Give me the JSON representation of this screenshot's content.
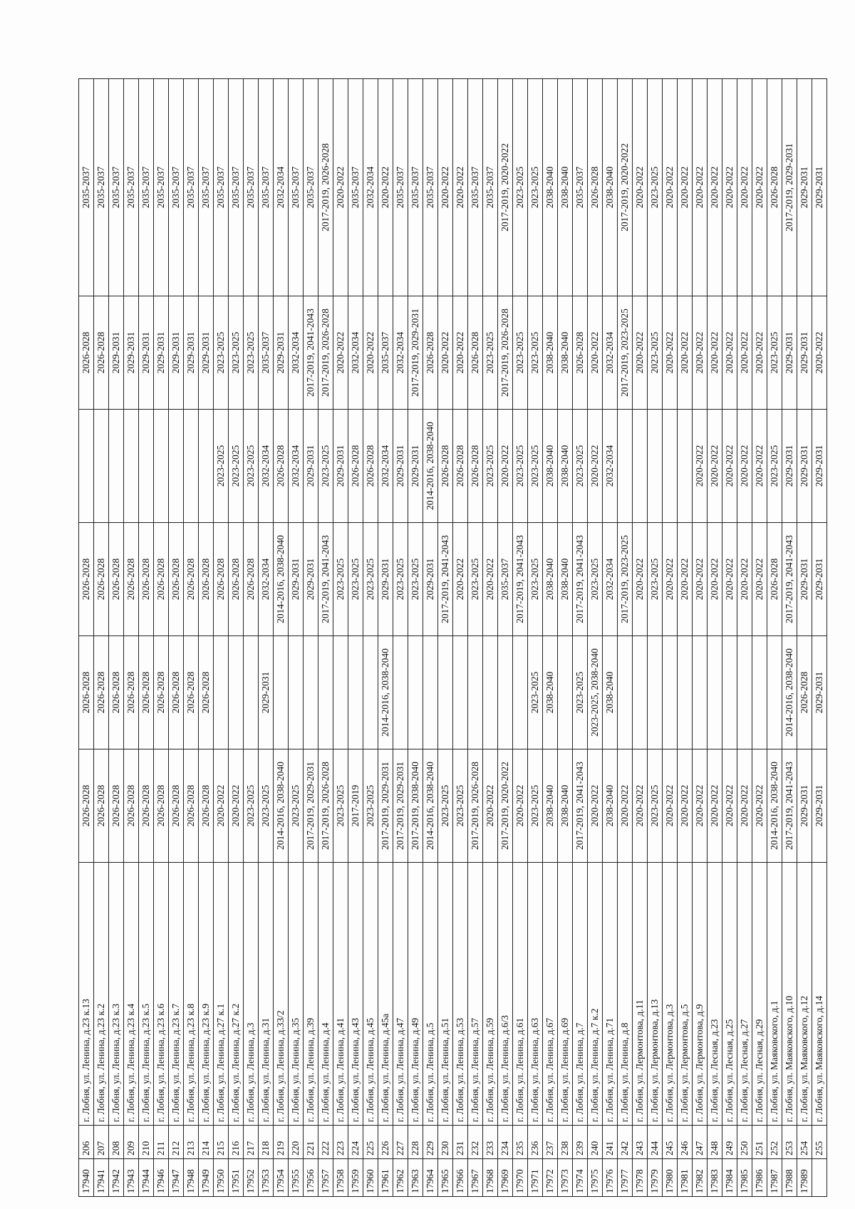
{
  "rows": [
    {
      "id": "17940",
      "no": "206",
      "address": "г. Лобня, ул. Ленина, д.23 к.13",
      "p": [
        "2026-2028",
        "2026-2028",
        "2026-2028",
        "",
        "2026-2028",
        "2035-2037"
      ]
    },
    {
      "id": "17941",
      "no": "207",
      "address": "г. Лобня, ул. Ленина, д.23 к.2",
      "p": [
        "2026-2028",
        "2026-2028",
        "2026-2028",
        "",
        "2026-2028",
        "2035-2037"
      ]
    },
    {
      "id": "17942",
      "no": "208",
      "address": "г. Лобня, ул. Ленина, д.23 к.3",
      "p": [
        "2026-2028",
        "2026-2028",
        "2026-2028",
        "",
        "2029-2031",
        "2035-2037"
      ]
    },
    {
      "id": "17943",
      "no": "209",
      "address": "г. Лобня, ул. Ленина, д.23 к.4",
      "p": [
        "2026-2028",
        "2026-2028",
        "2026-2028",
        "",
        "2029-2031",
        "2035-2037"
      ]
    },
    {
      "id": "17944",
      "no": "210",
      "address": "г. Лобня, ул. Ленина, д.23 к.5",
      "p": [
        "2026-2028",
        "2026-2028",
        "2026-2028",
        "",
        "2029-2031",
        "2035-2037"
      ]
    },
    {
      "id": "17946",
      "no": "211",
      "address": "г. Лобня, ул. Ленина, д.23 к.6",
      "p": [
        "2026-2028",
        "2026-2028",
        "2026-2028",
        "",
        "2029-2031",
        "2035-2037"
      ]
    },
    {
      "id": "17947",
      "no": "212",
      "address": "г. Лобня, ул. Ленина, д.23 к.7",
      "p": [
        "2026-2028",
        "2026-2028",
        "2026-2028",
        "",
        "2029-2031",
        "2035-2037"
      ]
    },
    {
      "id": "17948",
      "no": "213",
      "address": "г. Лобня, ул. Ленина, д.23 к.8",
      "p": [
        "2026-2028",
        "2026-2028",
        "2026-2028",
        "",
        "2029-2031",
        "2035-2037"
      ]
    },
    {
      "id": "17949",
      "no": "214",
      "address": "г. Лобня, ул. Ленина, д.23 к.9",
      "p": [
        "2026-2028",
        "2026-2028",
        "2026-2028",
        "",
        "2029-2031",
        "2035-2037"
      ]
    },
    {
      "id": "17950",
      "no": "215",
      "address": "г. Лобня, ул. Ленина, д.27 к.1",
      "p": [
        "2020-2022",
        "",
        "2026-2028",
        "2023-2025",
        "2023-2025",
        "2035-2037"
      ]
    },
    {
      "id": "17951",
      "no": "216",
      "address": "г. Лобня, ул. Ленина, д.27 к.2",
      "p": [
        "2020-2022",
        "",
        "2026-2028",
        "2023-2025",
        "2023-2025",
        "2035-2037"
      ]
    },
    {
      "id": "17952",
      "no": "217",
      "address": "г. Лобня, ул. Ленина, д.3",
      "p": [
        "2023-2025",
        "",
        "2026-2028",
        "2023-2025",
        "2023-2025",
        "2035-2037"
      ]
    },
    {
      "id": "17953",
      "no": "218",
      "address": "г. Лобня, ул. Ленина, д.31",
      "p": [
        "2023-2025",
        "2029-2031",
        "2032-2034",
        "2032-2034",
        "2035-2037",
        "2035-2037"
      ]
    },
    {
      "id": "17954",
      "no": "219",
      "address": "г. Лобня, ул. Ленина, д.33/2",
      "p": [
        "2014-2016, 2038-2040",
        "",
        "2014-2016, 2038-2040",
        "2026-2028",
        "2029-2031",
        "2032-2034"
      ]
    },
    {
      "id": "17955",
      "no": "220",
      "address": "г. Лобня, ул. Ленина, д.35",
      "p": [
        "2023-2025",
        "",
        "2029-2031",
        "2032-2034",
        "2032-2034",
        "2035-2037"
      ]
    },
    {
      "id": "17956",
      "no": "221",
      "address": "г. Лобня, ул. Ленина, д.39",
      "p": [
        "2017-2019, 2029-2031",
        "",
        "2029-2031",
        "2029-2031",
        "2017-2019, 2041-2043",
        "2035-2037"
      ]
    },
    {
      "id": "17957",
      "no": "222",
      "address": "г. Лобня, ул. Ленина, д.4",
      "p": [
        "2017-2019, 2026-2028",
        "",
        "2017-2019, 2041-2043",
        "2023-2025",
        "2017-2019, 2026-2028",
        "2017-2019, 2026-2028"
      ]
    },
    {
      "id": "17958",
      "no": "223",
      "address": "г. Лобня, ул. Ленина, д.41",
      "p": [
        "2023-2025",
        "",
        "2023-2025",
        "2029-2031",
        "2020-2022",
        "2020-2022"
      ]
    },
    {
      "id": "17959",
      "no": "224",
      "address": "г. Лобня, ул. Ленина, д.43",
      "p": [
        "2017-2019",
        "",
        "2023-2025",
        "2026-2028",
        "2032-2034",
        "2035-2037"
      ]
    },
    {
      "id": "17960",
      "no": "225",
      "address": "г. Лобня, ул. Ленина, д.45",
      "p": [
        "2023-2025",
        "",
        "2023-2025",
        "2026-2028",
        "2020-2022",
        "2032-2034"
      ]
    },
    {
      "id": "17961",
      "no": "226",
      "address": "г. Лобня, ул. Ленина, д.45а",
      "p": [
        "2017-2019, 2029-2031",
        "2014-2016, 2038-2040",
        "2029-2031",
        "2032-2034",
        "2035-2037",
        "2020-2022"
      ]
    },
    {
      "id": "17962",
      "no": "227",
      "address": "г. Лобня, ул. Ленина, д.47",
      "p": [
        "2017-2019, 2029-2031",
        "",
        "2023-2025",
        "2029-2031",
        "2032-2034",
        "2035-2037"
      ]
    },
    {
      "id": "17963",
      "no": "228",
      "address": "г. Лобня, ул. Ленина, д.49",
      "p": [
        "2017-2019, 2038-2040",
        "",
        "2023-2025",
        "2029-2031",
        "2017-2019, 2029-2031",
        "2035-2037"
      ]
    },
    {
      "id": "17964",
      "no": "229",
      "address": "г. Лобня, ул. Ленина, д.5",
      "p": [
        "2014-2016, 2038-2040",
        "",
        "2029-2031",
        "2014-2016, 2038-2040",
        "2026-2028",
        "2035-2037"
      ]
    },
    {
      "id": "17965",
      "no": "230",
      "address": "г. Лобня, ул. Ленина, д.51",
      "p": [
        "2023-2025",
        "",
        "2017-2019, 2041-2043",
        "2026-2028",
        "2020-2022",
        "2020-2022"
      ]
    },
    {
      "id": "17966",
      "no": "231",
      "address": "г. Лобня, ул. Ленина, д.53",
      "p": [
        "2023-2025",
        "",
        "2020-2022",
        "2026-2028",
        "2020-2022",
        "2020-2022"
      ]
    },
    {
      "id": "17967",
      "no": "232",
      "address": "г. Лобня, ул. Ленина, д.57",
      "p": [
        "2017-2019, 2026-2028",
        "",
        "2023-2025",
        "2026-2028",
        "2026-2028",
        "2035-2037"
      ]
    },
    {
      "id": "17968",
      "no": "233",
      "address": "г. Лобня, ул. Ленина, д.59",
      "p": [
        "2020-2022",
        "",
        "2020-2022",
        "2023-2025",
        "2023-2025",
        "2035-2037"
      ]
    },
    {
      "id": "17969",
      "no": "234",
      "address": "г. Лобня, ул. Ленина, д.6/3",
      "p": [
        "2017-2019, 2020-2022",
        "",
        "2035-2037",
        "2020-2022",
        "2017-2019, 2026-2028",
        "2017-2019, 2020-2022"
      ]
    },
    {
      "id": "17970",
      "no": "235",
      "address": "г. Лобня, ул. Ленина, д.61",
      "p": [
        "2020-2022",
        "",
        "2017-2019, 2041-2043",
        "2023-2025",
        "2023-2025",
        "2023-2025"
      ]
    },
    {
      "id": "17971",
      "no": "236",
      "address": "г. Лобня, ул. Ленина, д.63",
      "p": [
        "2023-2025",
        "2023-2025",
        "2023-2025",
        "2023-2025",
        "2023-2025",
        "2023-2025"
      ]
    },
    {
      "id": "17972",
      "no": "237",
      "address": "г. Лобня, ул. Ленина, д.67",
      "p": [
        "2038-2040",
        "2038-2040",
        "2038-2040",
        "2038-2040",
        "2038-2040",
        "2038-2040"
      ]
    },
    {
      "id": "17973",
      "no": "238",
      "address": "г. Лобня, ул. Ленина, д.69",
      "p": [
        "2038-2040",
        "",
        "2038-2040",
        "2038-2040",
        "2038-2040",
        "2038-2040"
      ]
    },
    {
      "id": "17974",
      "no": "239",
      "address": "г. Лобня, ул. Ленина, д.7",
      "p": [
        "2017-2019, 2041-2043",
        "2023-2025",
        "2017-2019, 2041-2043",
        "2023-2025",
        "2026-2028",
        "2035-2037"
      ]
    },
    {
      "id": "17975",
      "no": "240",
      "address": "г. Лобня, ул. Ленина, д.7 к.2",
      "p": [
        "2020-2022",
        "2023-2025, 2038-2040",
        "2023-2025",
        "2020-2022",
        "2020-2022",
        "2026-2028"
      ]
    },
    {
      "id": "17976",
      "no": "241",
      "address": "г. Лобня, ул. Ленина, д.71",
      "p": [
        "2038-2040",
        "2038-2040",
        "2032-2034",
        "2032-2034",
        "2032-2034",
        "2038-2040"
      ]
    },
    {
      "id": "17977",
      "no": "242",
      "address": "г. Лобня, ул. Ленина, д.8",
      "p": [
        "2020-2022",
        "",
        "2017-2019, 2023-2025",
        "",
        "2017-2019, 2023-2025",
        "2017-2019, 2020-2022"
      ]
    },
    {
      "id": "17978",
      "no": "243",
      "address": "г. Лобня, ул. Лермонтова, д.11",
      "p": [
        "2020-2022",
        "",
        "2020-2022",
        "",
        "2020-2022",
        "2020-2022"
      ]
    },
    {
      "id": "17979",
      "no": "244",
      "address": "г. Лобня, ул. Лермонтова, д.13",
      "p": [
        "2023-2025",
        "",
        "2023-2025",
        "",
        "2023-2025",
        "2023-2025"
      ]
    },
    {
      "id": "17980",
      "no": "245",
      "address": "г. Лобня, ул. Лермонтова, д.3",
      "p": [
        "2020-2022",
        "",
        "2020-2022",
        "",
        "2020-2022",
        "2020-2022"
      ]
    },
    {
      "id": "17981",
      "no": "246",
      "address": "г. Лобня, ул. Лермонтова, д.5",
      "p": [
        "2020-2022",
        "",
        "2020-2022",
        "",
        "2020-2022",
        "2020-2022"
      ]
    },
    {
      "id": "17982",
      "no": "247",
      "address": "г. Лобня, ул. Лермонтова, д.9",
      "p": [
        "2020-2022",
        "",
        "2020-2022",
        "2020-2022",
        "2020-2022",
        "2020-2022"
      ]
    },
    {
      "id": "17983",
      "no": "248",
      "address": "г. Лобня, ул. Лесная, д.23",
      "p": [
        "2020-2022",
        "",
        "2020-2022",
        "2020-2022",
        "2020-2022",
        "2020-2022"
      ]
    },
    {
      "id": "17984",
      "no": "249",
      "address": "г. Лобня, ул. Лесная, д.25",
      "p": [
        "2020-2022",
        "",
        "2020-2022",
        "2020-2022",
        "2020-2022",
        "2020-2022"
      ]
    },
    {
      "id": "17985",
      "no": "250",
      "address": "г. Лобня, ул. Лесная, д.27",
      "p": [
        "2020-2022",
        "",
        "2020-2022",
        "2020-2022",
        "2020-2022",
        "2020-2022"
      ]
    },
    {
      "id": "17986",
      "no": "251",
      "address": "г. Лобня, ул. Лесная, д.29",
      "p": [
        "2020-2022",
        "",
        "2020-2022",
        "2020-2022",
        "2020-2022",
        "2020-2022"
      ]
    },
    {
      "id": "17987",
      "no": "252",
      "address": "г. Лобня, ул. Маяковского, д.1",
      "p": [
        "2014-2016, 2038-2040",
        "",
        "2026-2028",
        "2023-2025",
        "2023-2025",
        "2026-2028"
      ]
    },
    {
      "id": "17988",
      "no": "253",
      "address": "г. Лобня, ул. Маяковского, д.10",
      "p": [
        "2017-2019, 2041-2043",
        "2014-2016, 2038-2040",
        "2017-2019, 2041-2043",
        "2029-2031",
        "2029-2031",
        "2017-2019, 2029-2031"
      ]
    },
    {
      "id": "17989",
      "no": "254",
      "address": "г. Лобня, ул. Маяковского, д.12",
      "p": [
        "2029-2031",
        "2026-2028",
        "2029-2031",
        "2029-2031",
        "2029-2031",
        "2029-2031"
      ]
    },
    {
      "id": "",
      "no": "255",
      "address": "г. Лобня, ул. Маяковского, д.14",
      "p": [
        "2029-2031",
        "2029-2031",
        "2029-2031",
        "2029-2031",
        "2020-2022",
        "2029-2031"
      ]
    }
  ]
}
